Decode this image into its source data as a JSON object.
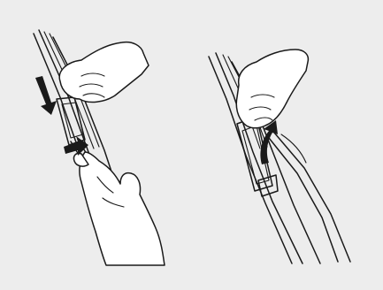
{
  "figure": {
    "panels": [
      {
        "id": "panel-left",
        "depicts": "hand-pulling-wiper-blade-off-arm",
        "arrows": [
          "down-arrow",
          "side-arrow"
        ]
      },
      {
        "id": "panel-right",
        "depicts": "hand-holding-wiper-arm-clip",
        "arrows": [
          "curved-arrow"
        ]
      }
    ],
    "colors": {
      "background": "#ededed",
      "line": "#1a1a1a",
      "fill": "#ffffff"
    }
  }
}
